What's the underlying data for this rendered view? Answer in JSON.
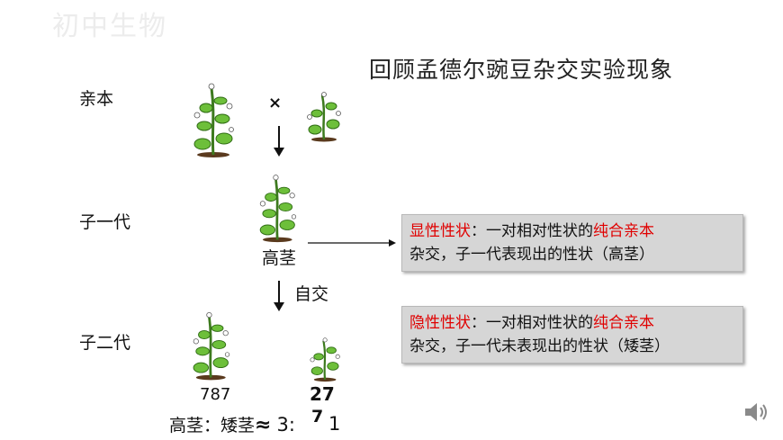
{
  "watermark": "初中生物",
  "title": "回顾孟德尔豌豆杂交实验现象",
  "parents": {
    "label": "亲本",
    "cross_symbol": "×"
  },
  "f1": {
    "label": "子一代",
    "plant_label": "高茎"
  },
  "self_cross": "自交",
  "f2": {
    "label": "子二代",
    "tall_count": "787",
    "short_count_a": "27",
    "short_count_b": "7",
    "ratio_prefix": "高茎：矮茎",
    "approx": "≈",
    "ratio_value": "3:",
    "ratio_one": "1"
  },
  "dominant_box": {
    "term": "显性性状",
    "colon": "：一对相对性状的",
    "highlight": "纯合亲本",
    "line2": "杂交，子一代表现出的性状（高茎）"
  },
  "recessive_box": {
    "term": "隐性性状",
    "colon": "：一对相对性状的",
    "highlight": "纯合亲本",
    "line2": "杂交，子一代未表现出的性状（矮茎）"
  },
  "icons": {
    "speaker": "speaker-icon"
  },
  "colors": {
    "accent_red": "#e00000",
    "box_bg": "#d6d6d6"
  }
}
